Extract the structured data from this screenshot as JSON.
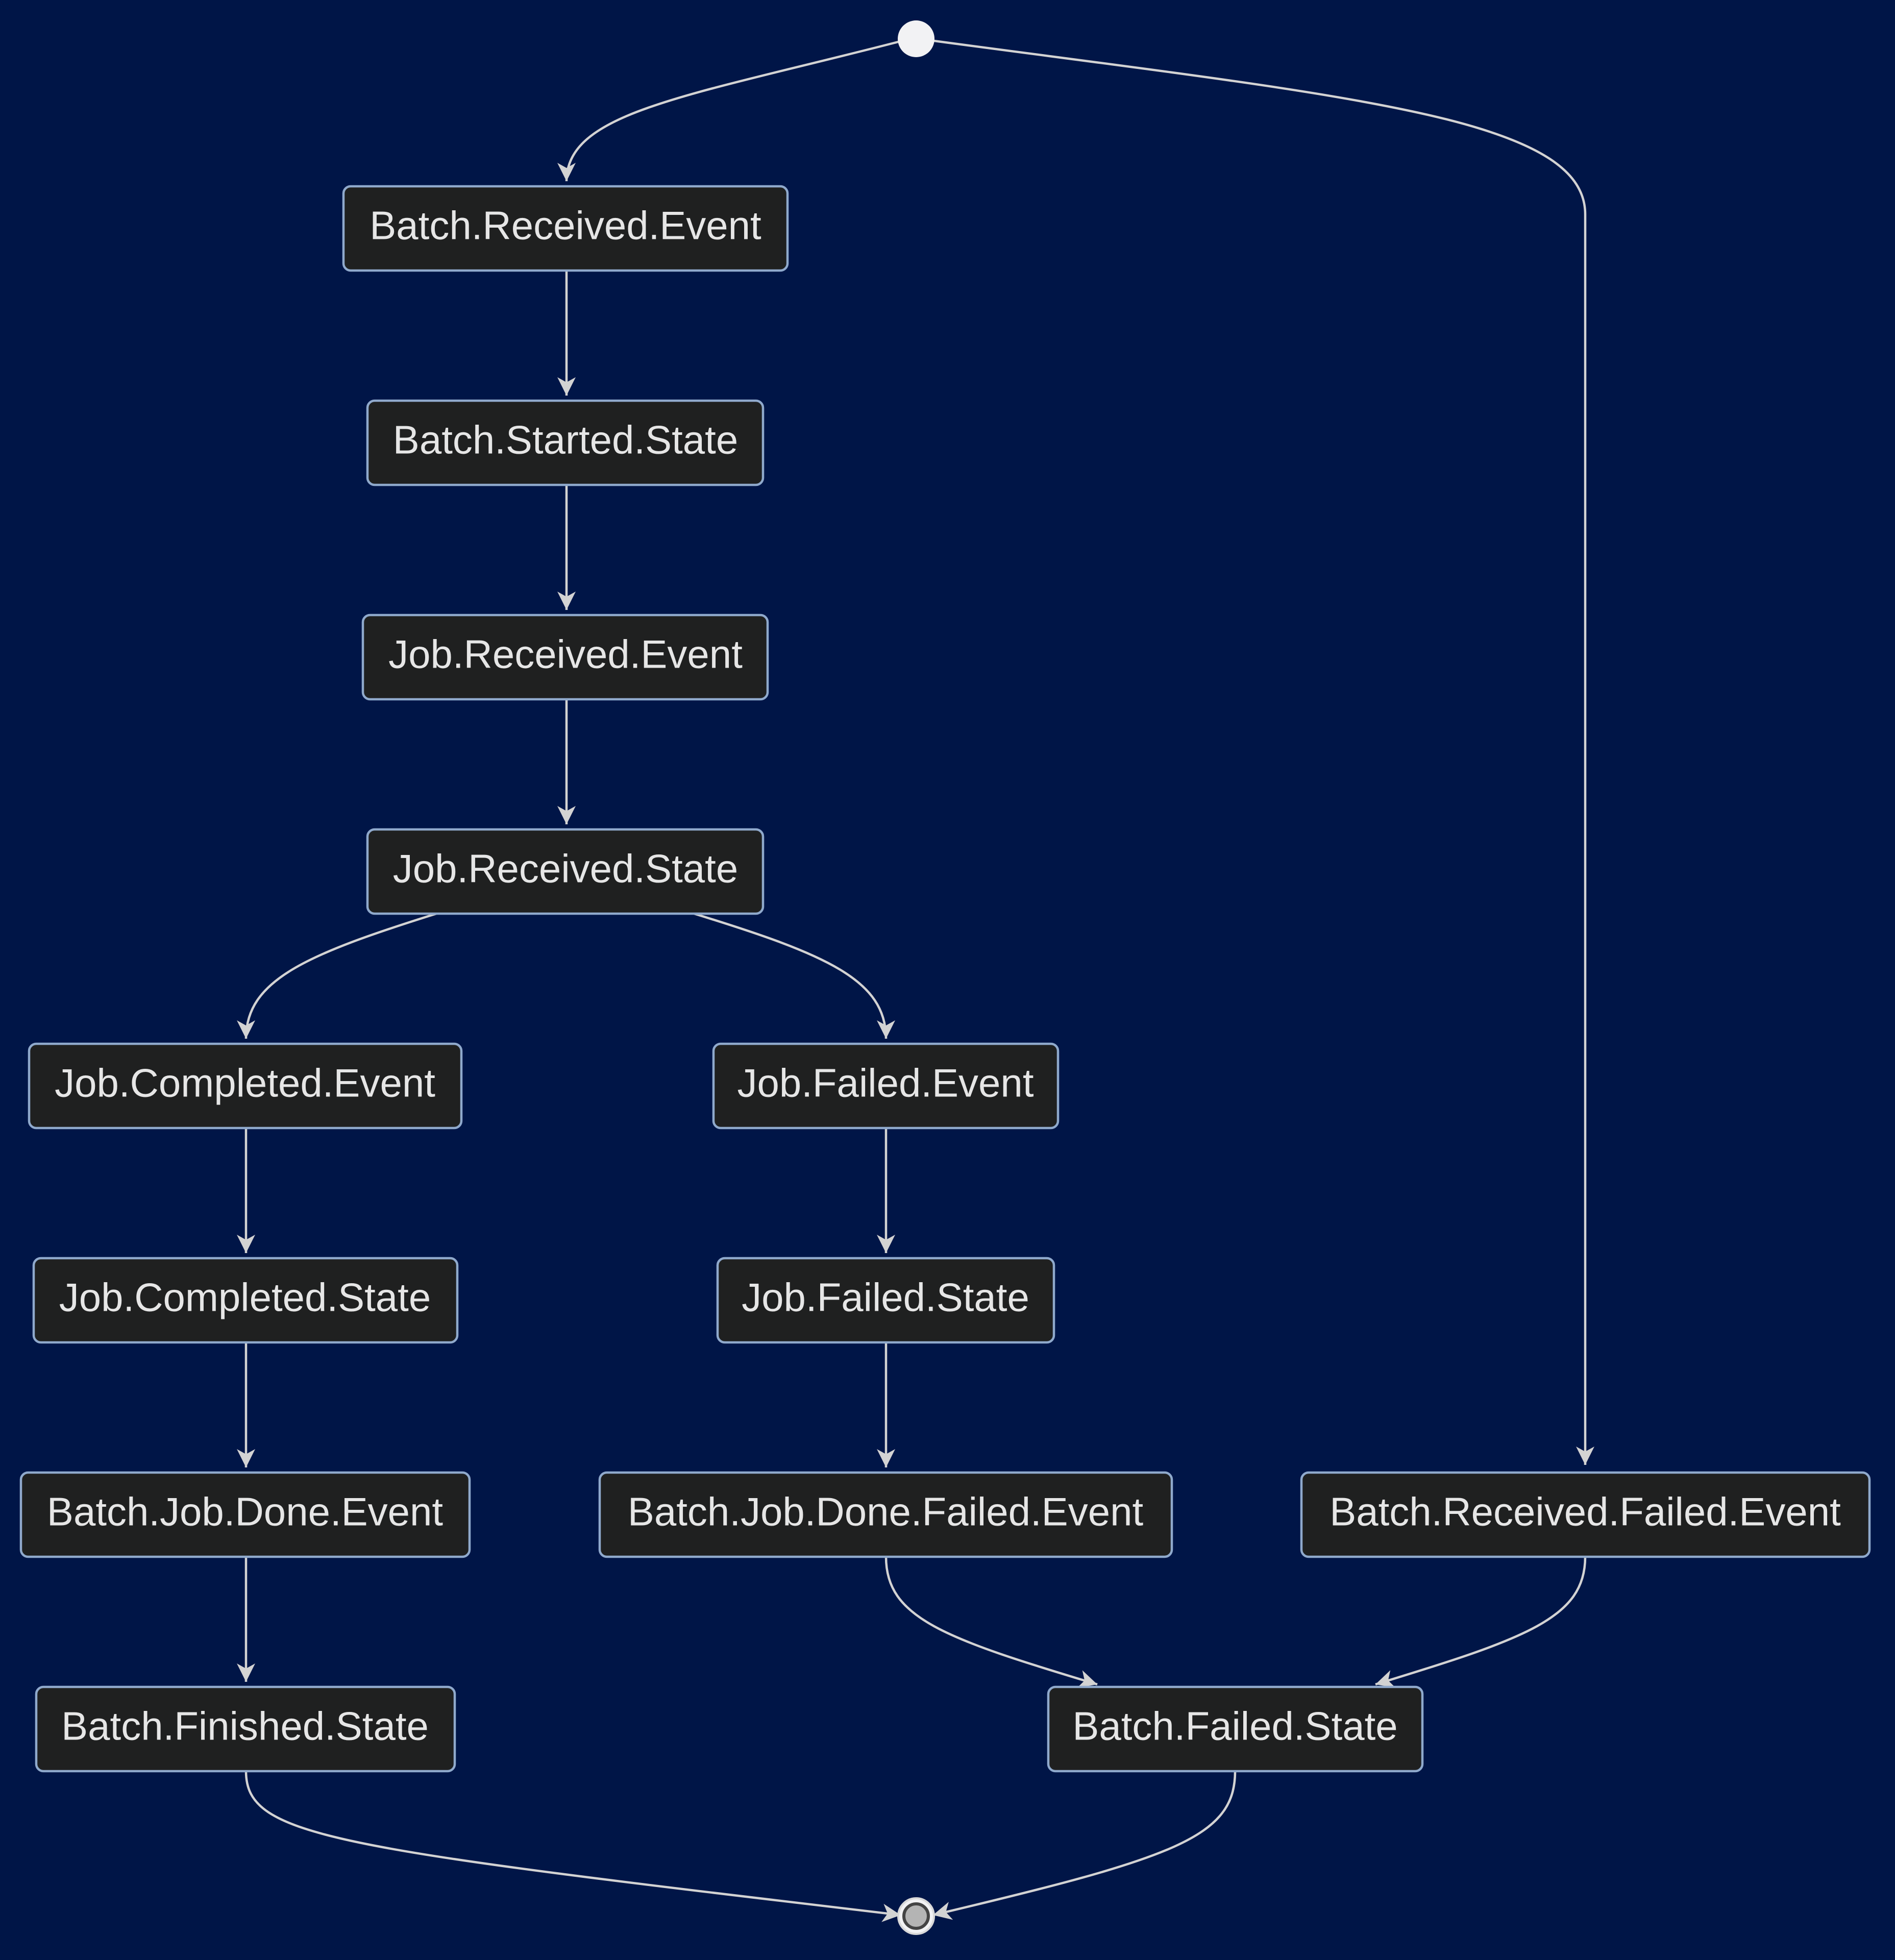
{
  "diagram": {
    "type": "state-diagram",
    "start": "start",
    "end": "end",
    "nodes": [
      {
        "id": "batch_received_event",
        "label": "Batch.Received.Event"
      },
      {
        "id": "batch_started_state",
        "label": "Batch.Started.State"
      },
      {
        "id": "job_received_event",
        "label": "Job.Received.Event"
      },
      {
        "id": "job_received_state",
        "label": "Job.Received.State"
      },
      {
        "id": "job_completed_event",
        "label": "Job.Completed.Event"
      },
      {
        "id": "job_failed_event",
        "label": "Job.Failed.Event"
      },
      {
        "id": "job_completed_state",
        "label": "Job.Completed.State"
      },
      {
        "id": "job_failed_state",
        "label": "Job.Failed.State"
      },
      {
        "id": "batch_job_done_event",
        "label": "Batch.Job.Done.Event"
      },
      {
        "id": "batch_job_done_failed_event",
        "label": "Batch.Job.Done.Failed.Event"
      },
      {
        "id": "batch_received_failed_event",
        "label": "Batch.Received.Failed.Event"
      },
      {
        "id": "batch_finished_state",
        "label": "Batch.Finished.State"
      },
      {
        "id": "batch_failed_state",
        "label": "Batch.Failed.State"
      }
    ],
    "edges": [
      {
        "from": "start",
        "to": "batch_received_event"
      },
      {
        "from": "start",
        "to": "batch_received_failed_event"
      },
      {
        "from": "batch_received_event",
        "to": "batch_started_state"
      },
      {
        "from": "batch_started_state",
        "to": "job_received_event"
      },
      {
        "from": "job_received_event",
        "to": "job_received_state"
      },
      {
        "from": "job_received_state",
        "to": "job_completed_event"
      },
      {
        "from": "job_received_state",
        "to": "job_failed_event"
      },
      {
        "from": "job_completed_event",
        "to": "job_completed_state"
      },
      {
        "from": "job_completed_state",
        "to": "batch_job_done_event"
      },
      {
        "from": "batch_job_done_event",
        "to": "batch_finished_state"
      },
      {
        "from": "job_failed_event",
        "to": "job_failed_state"
      },
      {
        "from": "job_failed_state",
        "to": "batch_job_done_failed_event"
      },
      {
        "from": "batch_job_done_failed_event",
        "to": "batch_failed_state"
      },
      {
        "from": "batch_received_failed_event",
        "to": "batch_failed_state"
      },
      {
        "from": "batch_finished_state",
        "to": "end"
      },
      {
        "from": "batch_failed_state",
        "to": "end"
      }
    ]
  }
}
